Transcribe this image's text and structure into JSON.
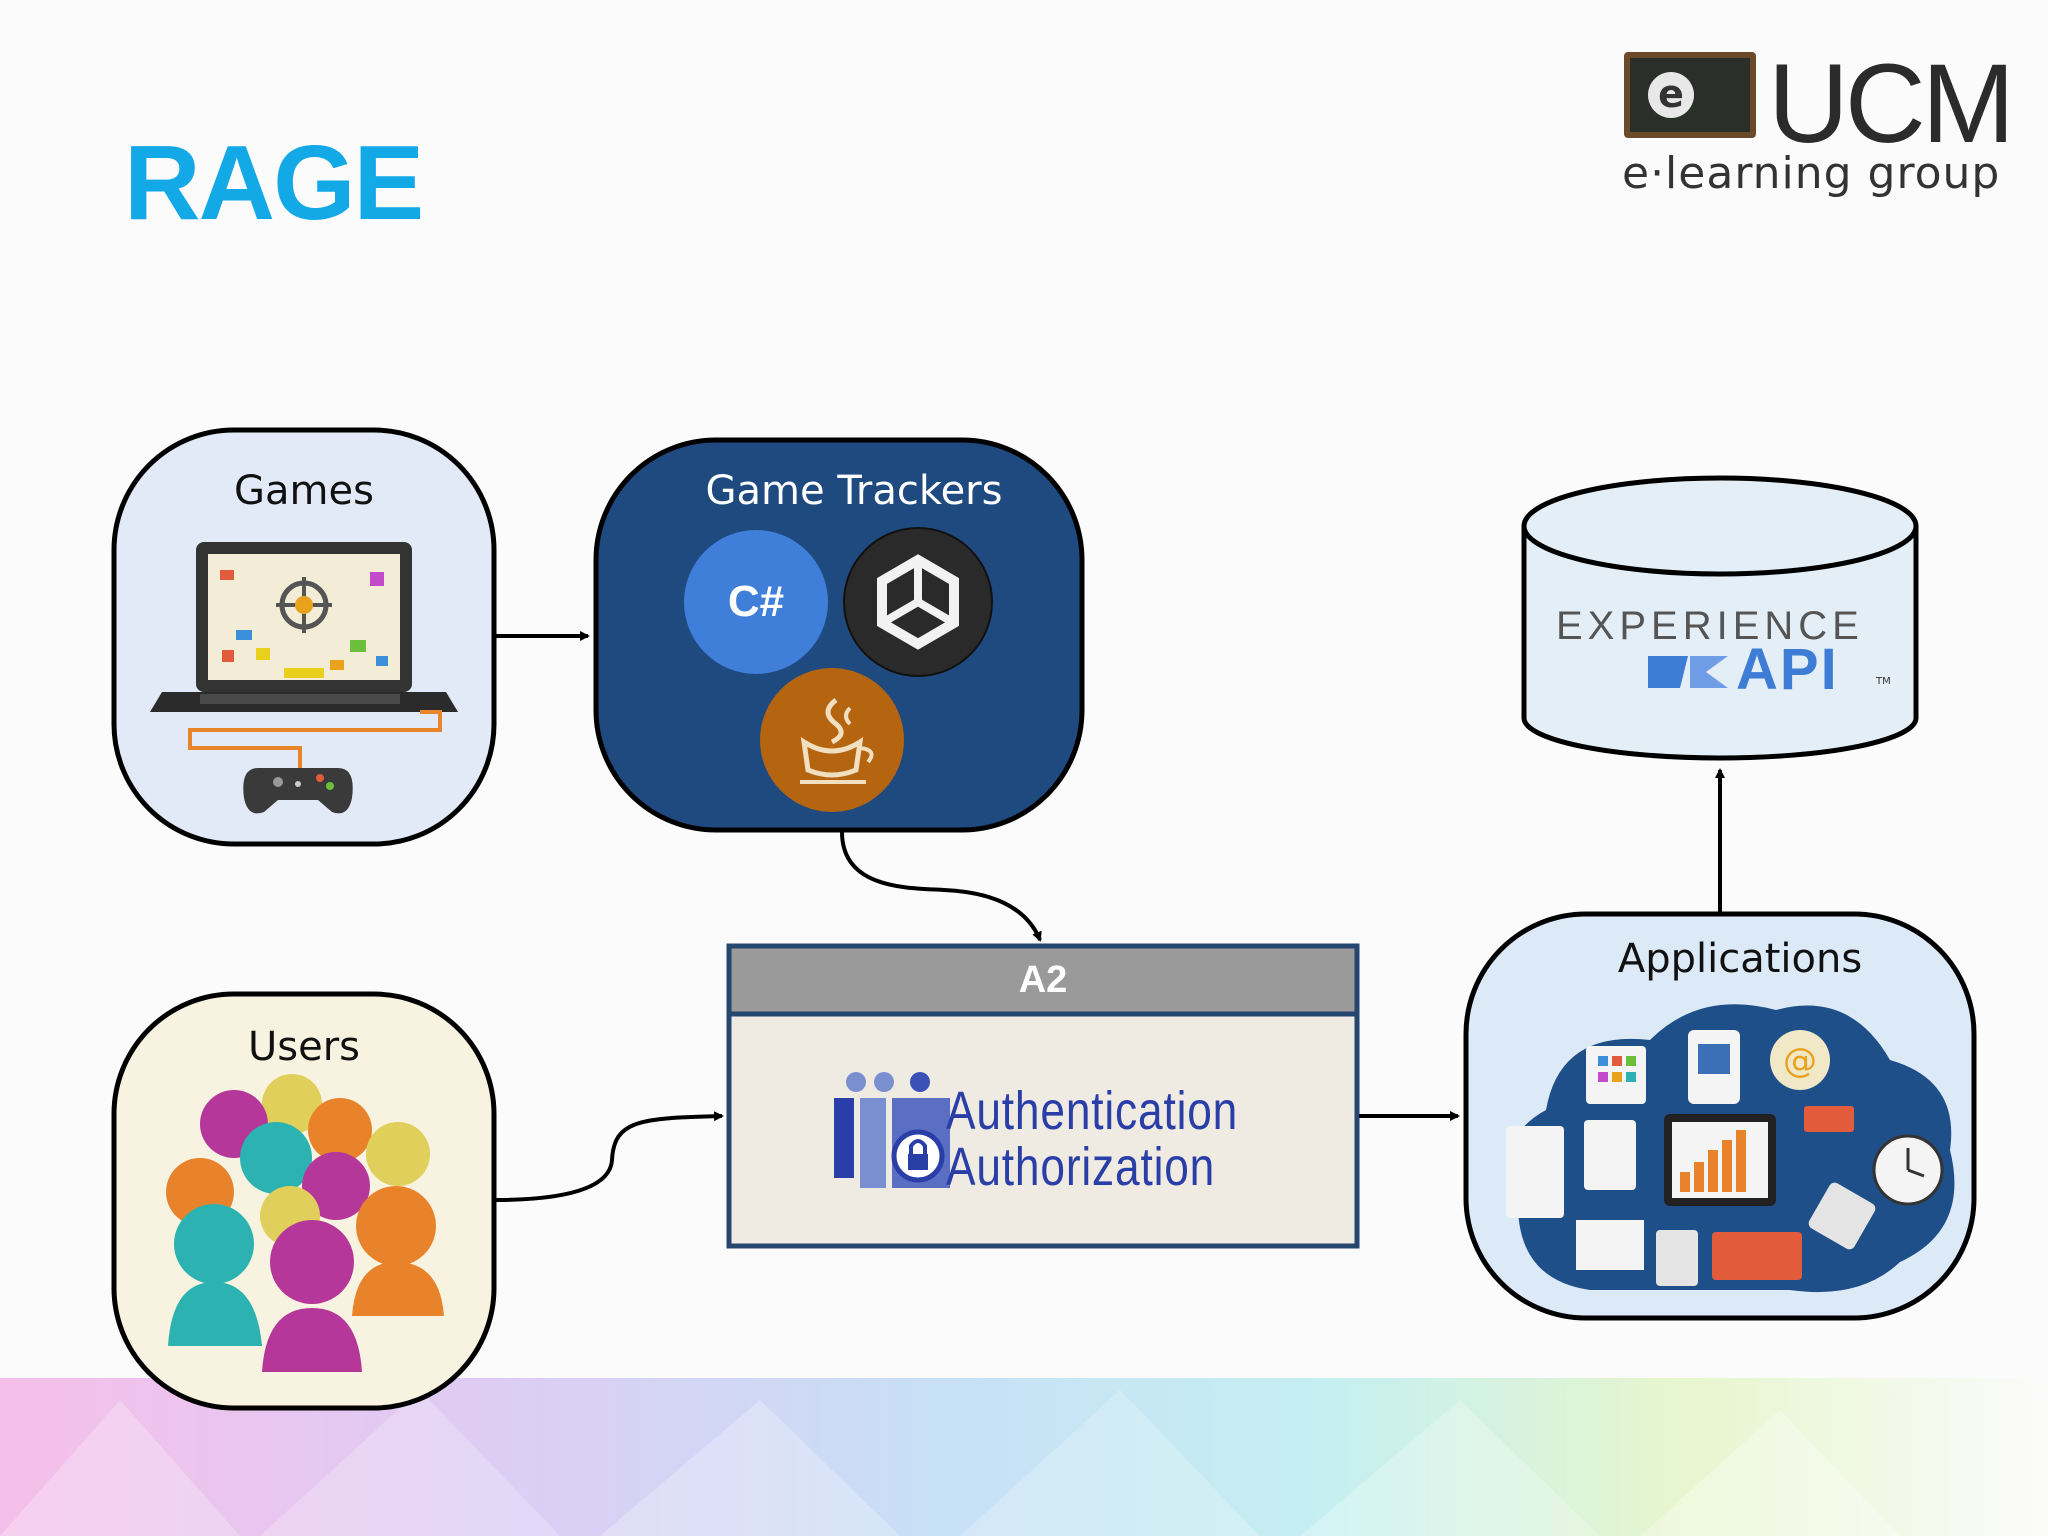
{
  "title": "RAGE",
  "logo": {
    "main": "UCM",
    "badge_letter": "e",
    "subtitle": "e·learning group"
  },
  "nodes": {
    "games": "Games",
    "game_trackers": "Game Trackers",
    "users": "Users",
    "applications": "Applications"
  },
  "a2": {
    "header": "A2",
    "line1": "Authentication",
    "line2": "Authorization"
  },
  "trackers": {
    "csharp": "C#"
  },
  "storage": {
    "line1": "EXPERIENCE",
    "line2": "API",
    "tm": "TM"
  },
  "colors": {
    "title": "#12a9e6",
    "game_trackers_fill": "#1f4a80",
    "games_fill": "#e1eaf6",
    "users_fill": "#f7f3e0",
    "a2_header": "#9a9a9a",
    "a2_body": "#efebe3",
    "applications_fill": "#dce9f7",
    "storage_fill": "#e3eef6"
  }
}
